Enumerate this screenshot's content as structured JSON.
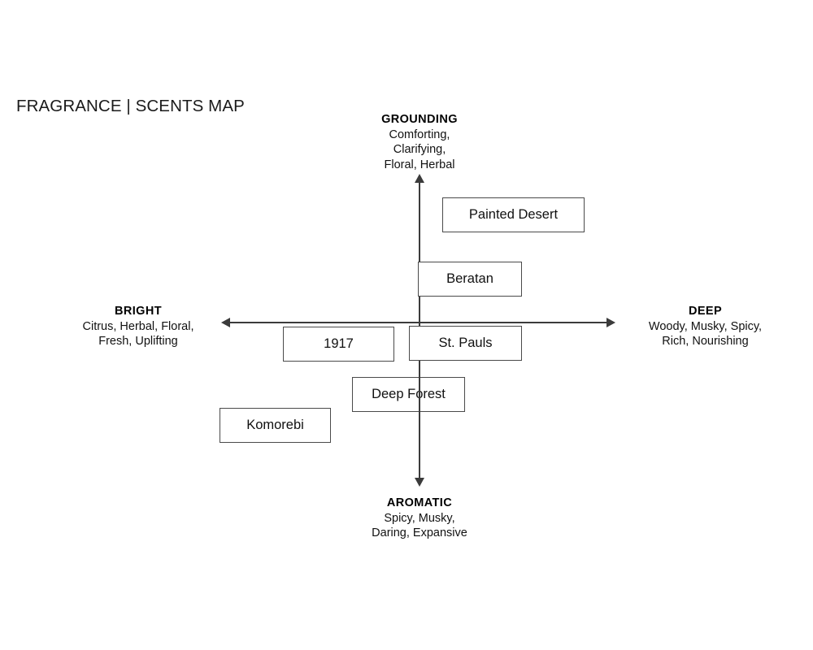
{
  "title": "FRAGRANCE | SCENTS MAP",
  "chart_data": {
    "type": "scatter",
    "title": "FRAGRANCE | SCENTS MAP",
    "xlabel": "BRIGHT ↔ DEEP",
    "ylabel": "AROMATIC ↔ GROUNDING",
    "grid": false,
    "legend": "none",
    "xlim": [
      -1,
      1
    ],
    "ylim": [
      -1,
      1
    ],
    "axes": {
      "top": {
        "key": "grounding",
        "label": "GROUNDING",
        "description_lines": [
          "Comforting,",
          "Clarifying,",
          "Floral, Herbal"
        ],
        "description": "Comforting, Clarifying, Floral, Herbal"
      },
      "bottom": {
        "key": "aromatic",
        "label": "AROMATIC",
        "description_lines": [
          "Spicy, Musky,",
          "Daring, Expansive"
        ],
        "description": "Spicy, Musky, Daring, Expansive"
      },
      "left": {
        "key": "bright",
        "label": "BRIGHT",
        "description_lines": [
          "Citrus, Herbal, Floral,",
          "Fresh, Uplifting"
        ],
        "description": "Citrus, Herbal, Floral, Fresh, Uplifting"
      },
      "right": {
        "key": "deep",
        "label": "DEEP",
        "description_lines": [
          "Woody, Musky, Spicy,",
          "Rich, Nourishing"
        ],
        "description": "Woody, Musky, Spicy, Rich, Nourishing"
      }
    },
    "points": [
      {
        "label": "Painted Desert",
        "x": 0.27,
        "y": 0.39,
        "quadrant": "grounding-deep"
      },
      {
        "label": "Beratan",
        "x": 0.11,
        "y": 0.19,
        "quadrant": "grounding-deep"
      },
      {
        "label": "1917",
        "x": -0.33,
        "y": -0.02,
        "quadrant": "bright-axis"
      },
      {
        "label": "St. Pauls",
        "x": 0.11,
        "y": -0.01,
        "quadrant": "deep-axis"
      },
      {
        "label": "Deep Forest",
        "x": -0.02,
        "y": -0.23,
        "quadrant": "aromatic-bright"
      },
      {
        "label": "Komorebi",
        "x": -0.39,
        "y": -0.33,
        "quadrant": "aromatic-bright"
      }
    ]
  },
  "colors": {
    "background": "#ffffff",
    "axis": "#3b3b3b",
    "box_border": "#4a4a4a",
    "text": "#111111",
    "title_text": "#1a1a1a"
  }
}
